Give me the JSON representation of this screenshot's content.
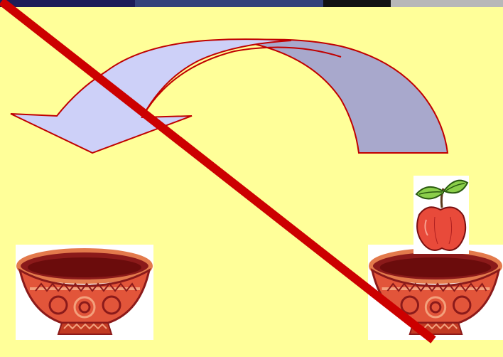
{
  "slide": {
    "background_color": "#ffff99",
    "elements": {
      "arrow": {
        "icon": "curved-arrow-left",
        "fill": "#cdd0f8",
        "shadow_fill": "#a8a8cc",
        "stroke": "#c00000"
      },
      "bowl_left": {
        "icon": "decorative-bowl",
        "contains": "nothing"
      },
      "bowl_right": {
        "icon": "decorative-bowl",
        "contains": "apple"
      },
      "apple": {
        "icon": "apple-icon",
        "color": "#e84a3a"
      },
      "cross_out": {
        "icon": "diagonal-strike-line",
        "color": "#cc0000"
      }
    }
  }
}
